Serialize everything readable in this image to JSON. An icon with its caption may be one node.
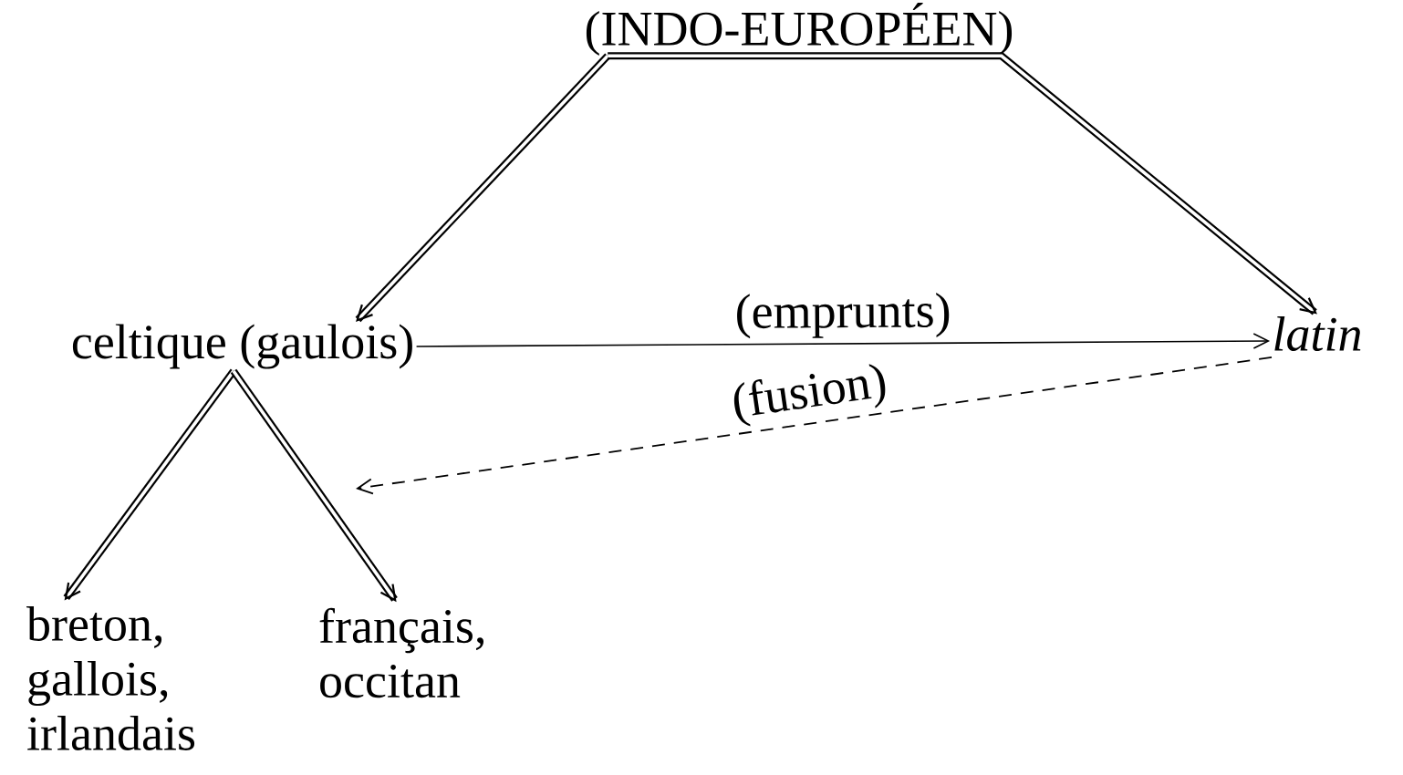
{
  "diagram": {
    "nodes": [
      {
        "text": [
          "(INDO-EUROPÉEN)"
        ]
      },
      {
        "text": [
          "celtique (gaulois)"
        ]
      },
      {
        "text": [
          "*latin*"
        ]
      },
      {
        "text": [
          "breton, gallois, irlandais"
        ]
      },
      {
        "text": [
          "français, occitan"
        ]
      }
    ],
    "edges": [
      {
        "from": 0,
        "to": 1,
        "arrow": "to"
      },
      {
        "from": 0,
        "to": 2,
        "arrow": "to"
      },
      {
        "from": 1,
        "to": 2,
        "arrow": "to",
        "label": "(emprunts)"
      },
      {
        "from": 2,
        "to": null,
        "arrow": "to",
        "label": "(fusion)",
        "style": "dashed"
      },
      {
        "from": 1,
        "to": 3,
        "arrow": "to"
      },
      {
        "from": 1,
        "to": 4,
        "arrow": "to"
      }
    ]
  }
}
